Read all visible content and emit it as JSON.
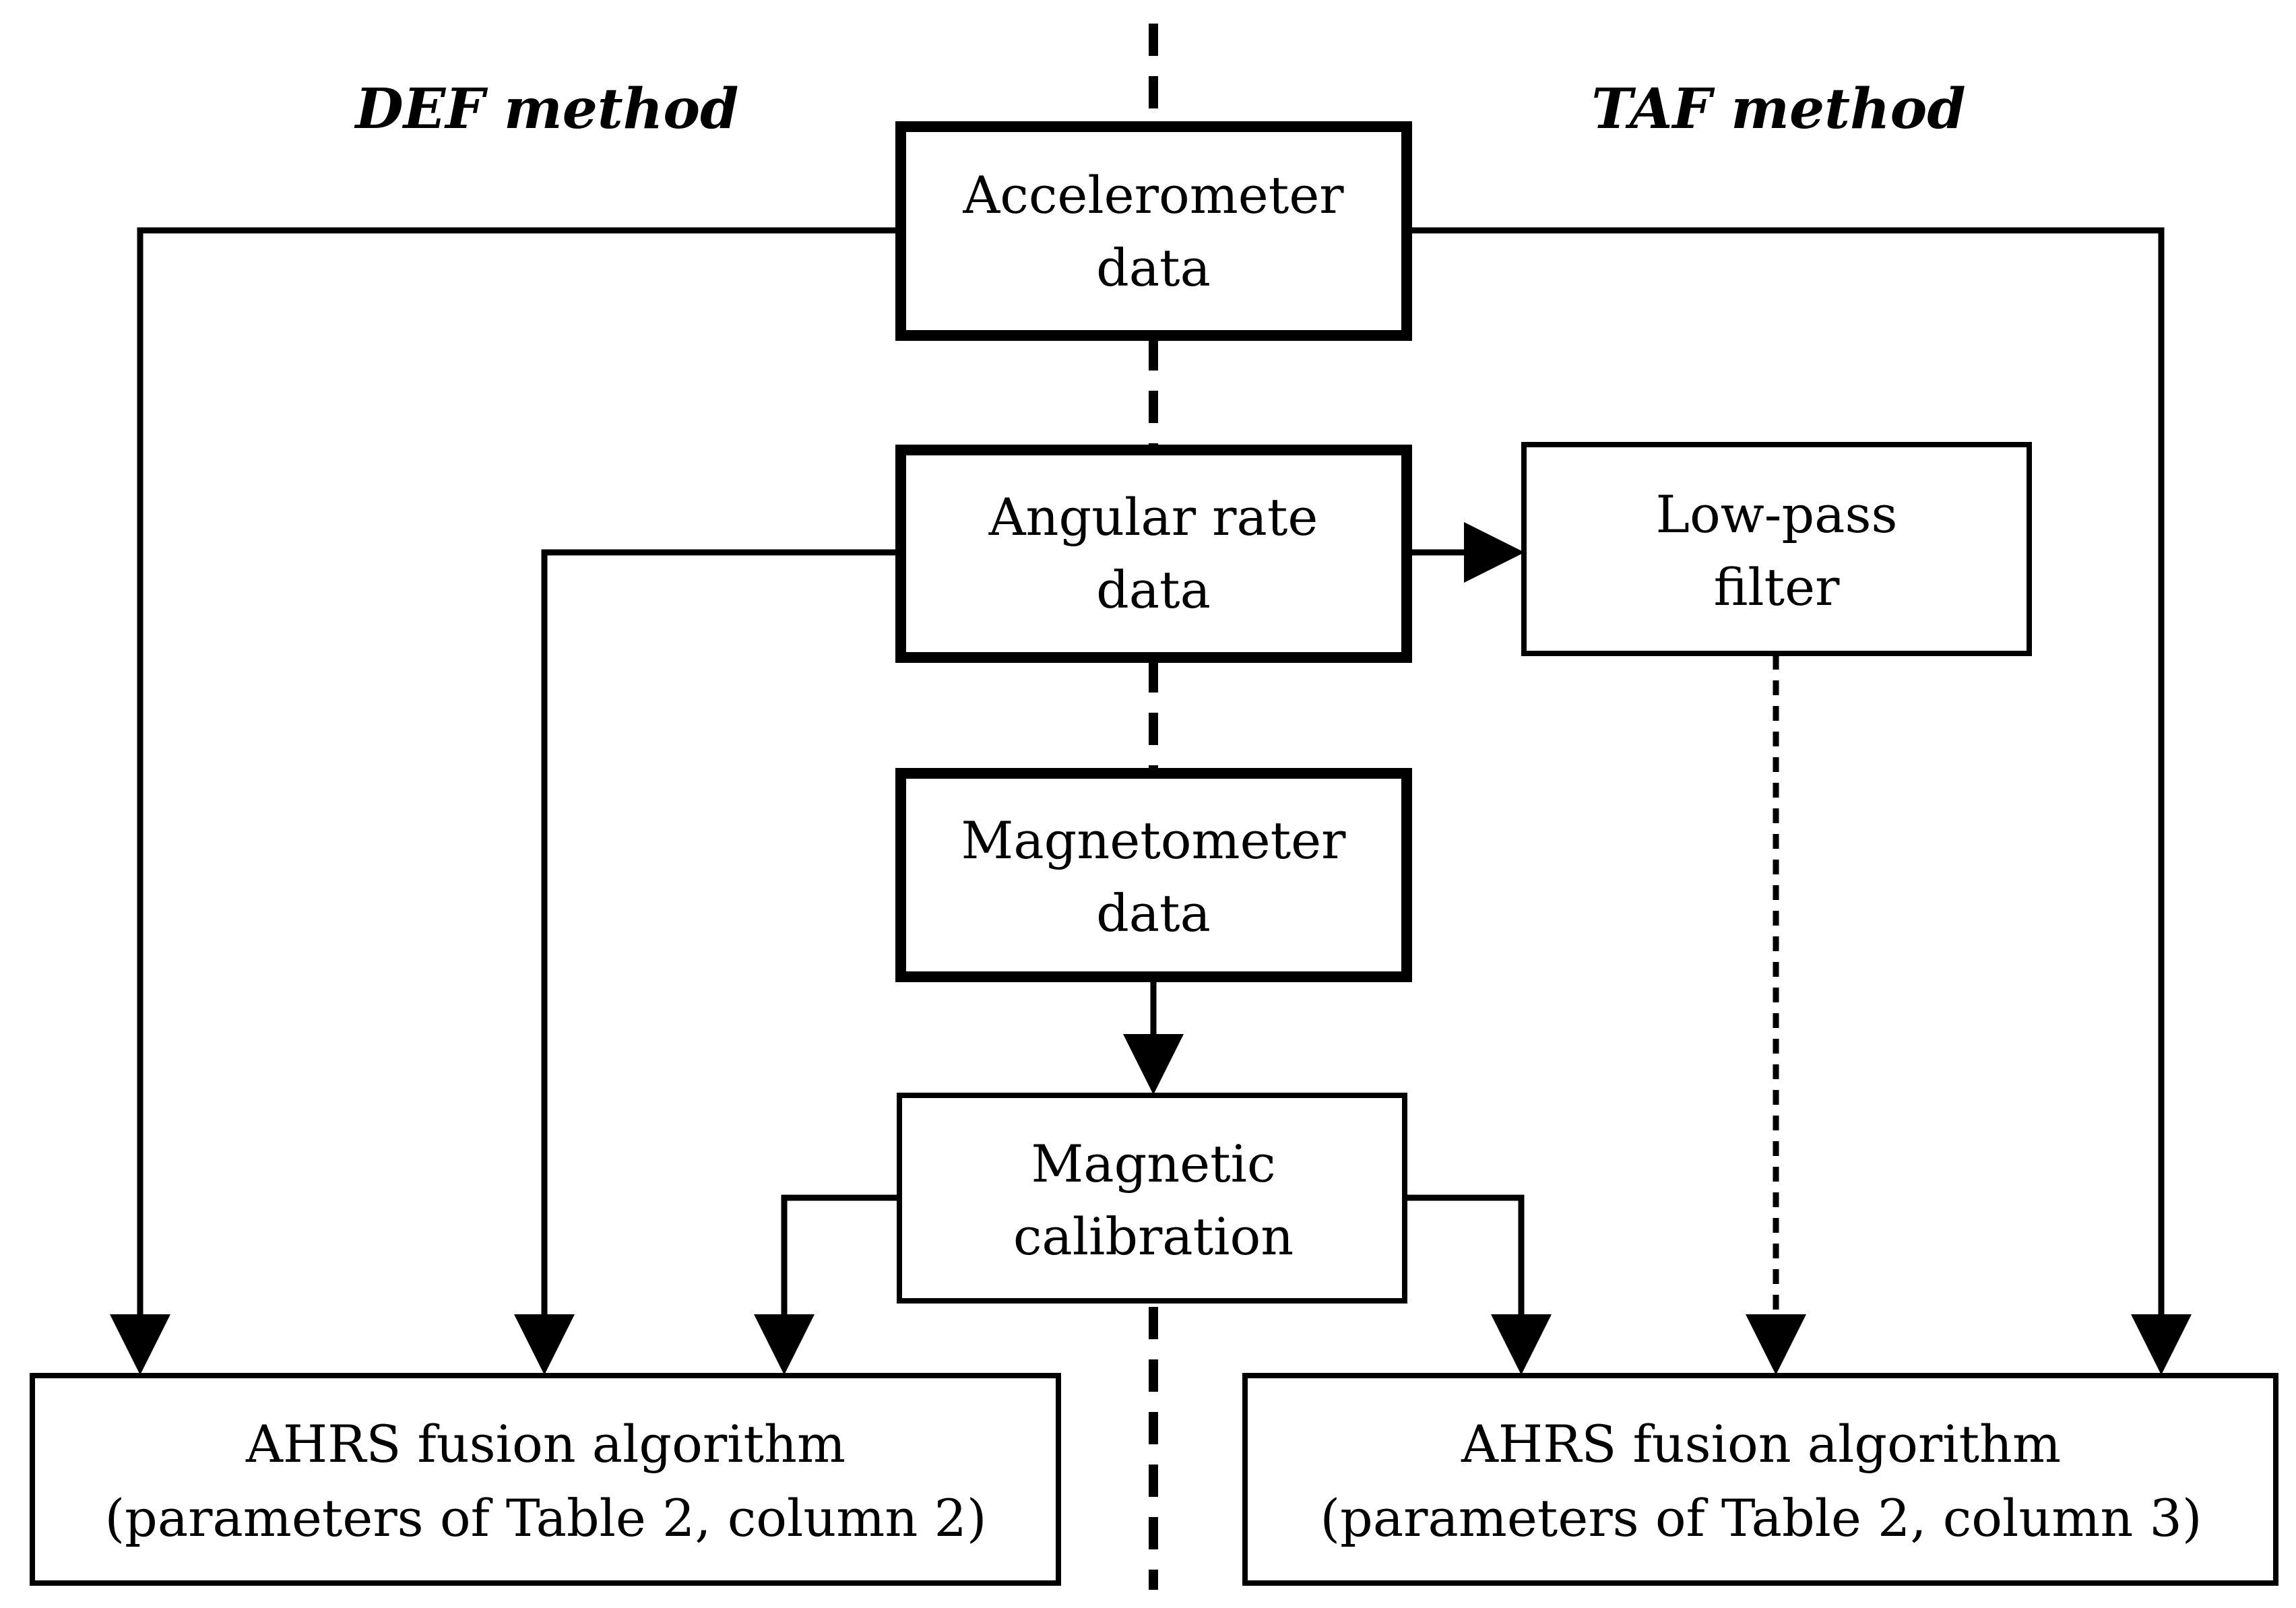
{
  "methods": {
    "left_title": "DEF method",
    "right_title": "TAF method"
  },
  "nodes": {
    "accelerometer": {
      "line1": "Accelerometer",
      "line2": "data"
    },
    "angular_rate": {
      "line1": "Angular rate",
      "line2": "data"
    },
    "magnetometer": {
      "line1": "Magnetometer",
      "line2": "data"
    },
    "magnetic_calibration": {
      "line1": "Magnetic",
      "line2": "calibration"
    },
    "low_pass_filter": {
      "line1": "Low-pass",
      "line2": "filter"
    },
    "ahrs_def": {
      "line1": "AHRS fusion algorithm",
      "line2": "(parameters of Table 2, column 2)"
    },
    "ahrs_taf": {
      "line1": "AHRS fusion algorithm",
      "line2": "(parameters of Table 2, column 3)"
    }
  },
  "colors": {
    "stroke": "#000000",
    "background": "#ffffff"
  }
}
